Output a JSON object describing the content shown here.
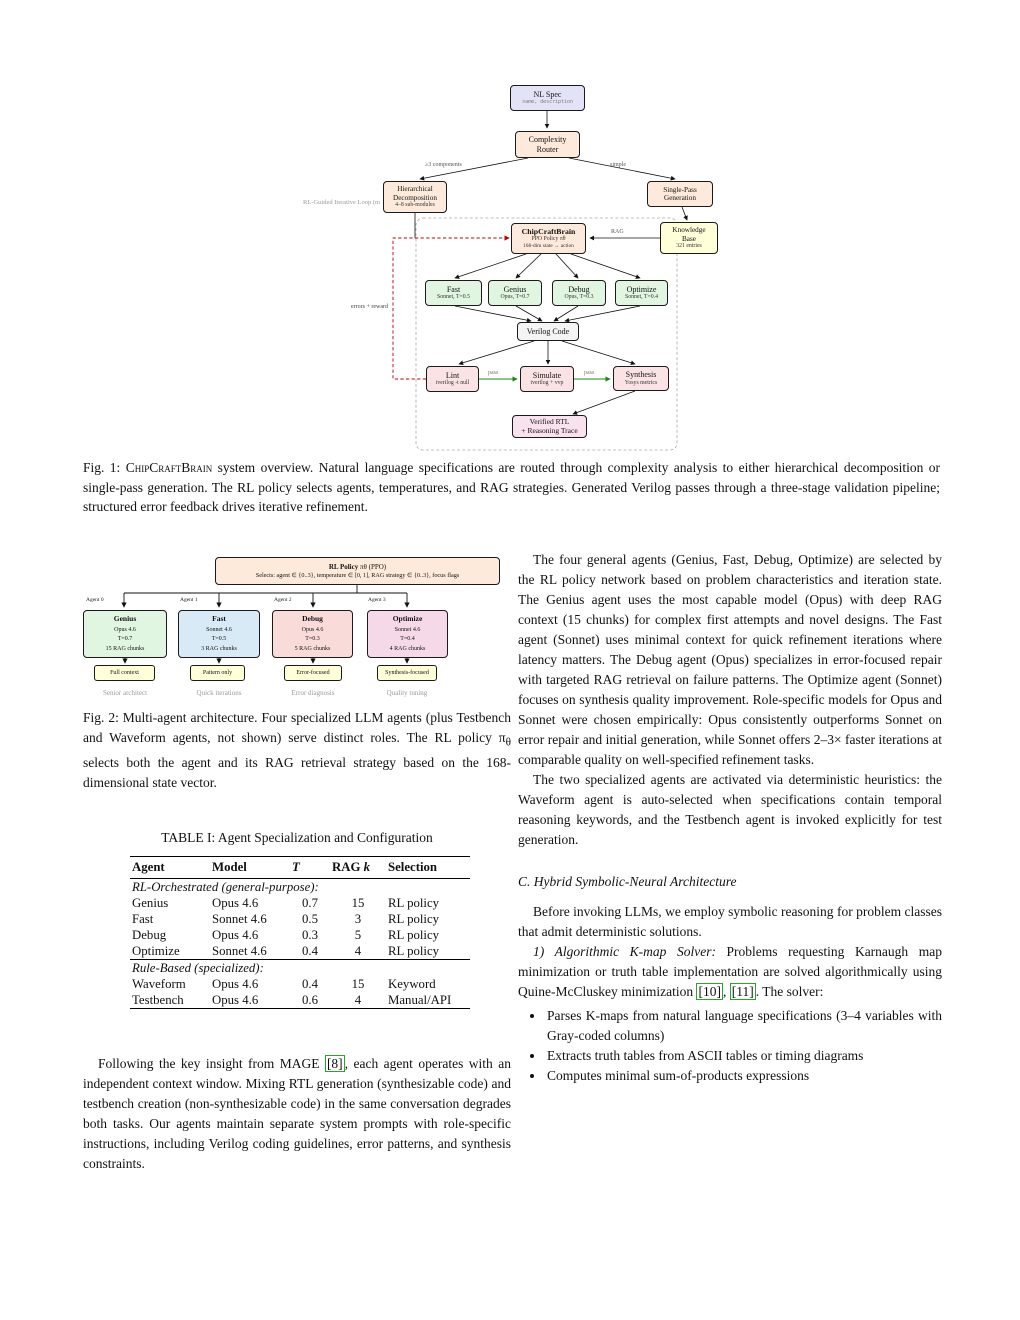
{
  "colors": {
    "node_peach": "#fdeada",
    "node_lavender": "#e3e3f7",
    "node_yellow": "#ffffd8",
    "node_green": "#e1f6e1",
    "node_blue": "#d9eaf7",
    "node_red": "#f9dcda",
    "node_purple": "#f5d9e8",
    "node_pipeline_pink": "#fbe3e5",
    "node_verified_pink": "#f9e1ee",
    "pass_arrow_green": "#1a8a1a",
    "feedback_red": "#bb0000",
    "citation_green": "#2aa42a"
  },
  "fig1": {
    "loop_label": "RL-Guided Iterative Loop (m",
    "nl_spec": {
      "title": "NL Spec",
      "sub": "name, description"
    },
    "router": {
      "main": "Complexity\nRouter"
    },
    "hier": {
      "main": "Hierarchical\nDecomposition",
      "sub": "4–8 sub-modules"
    },
    "single": {
      "main": "Single-Pass\nGeneration"
    },
    "brain": {
      "title": "ChipCraftBrain",
      "sub1": "PPO Policy πθ",
      "sub2": "168-dim state → action"
    },
    "kb": {
      "main": "Knowledge\nBase",
      "sub": "321 entries"
    },
    "fast": {
      "title": "Fast",
      "sub": "Sonnet, T=0.5"
    },
    "genius": {
      "title": "Genius",
      "sub": "Opus, T=0.7"
    },
    "debug": {
      "title": "Debug",
      "sub": "Opus, T=0.3"
    },
    "optimize": {
      "title": "Optimize",
      "sub": "Sonnet, T=0.4"
    },
    "verilog": {
      "title": "Verilog Code"
    },
    "lint": {
      "title": "Lint",
      "sub": "iverilog -t null"
    },
    "simulate": {
      "title": "Simulate",
      "sub": "iverilog + vvp"
    },
    "synthesis": {
      "title": "Synthesis",
      "sub": "Yosys metrics"
    },
    "verified": {
      "main": "Verified RTL\n+ Reasoning Trace"
    },
    "labels": {
      "ge3": "≥3 components",
      "simple": "simple",
      "rag": "RAG",
      "errors": "errors + reward",
      "pass1": "pass",
      "pass2": "pass"
    }
  },
  "fig1_caption": {
    "a": "Fig. 1: ",
    "b": "ChipCraftBrain",
    "c": " system overview. Natural language specifications are routed through complexity analysis to either hierarchical decomposition or single-pass generation. The RL policy selects agents, temperatures, and RAG strategies. Generated Verilog passes through a three-stage validation pipeline; structured error feedback drives iterative refinement."
  },
  "fig2": {
    "policy": {
      "title_bold": "RL Policy",
      "title_rest": " πθ (PPO)",
      "line2": "Selects: agent ∈ {0..3}, temperature ∈ [0, 1], RAG strategy ∈ {0..3}, focus flags"
    },
    "agents": [
      {
        "tag": "Agent 0",
        "name": "Genius",
        "model": "Opus 4.6",
        "temp": "T=0.7",
        "chunks": "15 RAG chunks",
        "context": "Full context",
        "role": "Senior architect"
      },
      {
        "tag": "Agent 1",
        "name": "Fast",
        "model": "Sonnet 4.6",
        "temp": "T=0.5",
        "chunks": "3 RAG chunks",
        "context": "Pattern only",
        "role": "Quick iterations"
      },
      {
        "tag": "Agent 2",
        "name": "Debug",
        "model": "Opus 4.6",
        "temp": "T=0.3",
        "chunks": "5 RAG chunks",
        "context": "Error-focused",
        "role": "Error diagnosis"
      },
      {
        "tag": "Agent 3",
        "name": "Optimize",
        "model": "Sonnet 4.6",
        "temp": "T=0.4",
        "chunks": "4 RAG chunks",
        "context": "Synthesis-focused",
        "role": "Quality tuning"
      }
    ]
  },
  "fig2_caption": {
    "a": "Fig. 2: Multi-agent architecture. Four specialized LLM agents (plus Testbench and Waveform agents, not shown) serve distinct roles. The RL policy π",
    "theta": "θ",
    "b": " selects both the agent and its RAG retrieval strategy based on the 168-dimensional state vector."
  },
  "table1": {
    "title": "TABLE I: Agent Specialization and Configuration",
    "headers": {
      "agent": "Agent",
      "model": "Model",
      "t": "T",
      "rag": "RAG ",
      "k": "k",
      "selection": "Selection"
    },
    "group1_label": "RL-Orchestrated (general-purpose):",
    "group2_label": "Rule-Based (specialized):",
    "rows": [
      [
        "Genius",
        "Opus 4.6",
        "0.7",
        "15",
        "RL policy"
      ],
      [
        "Fast",
        "Sonnet 4.6",
        "0.5",
        "3",
        "RL policy"
      ],
      [
        "Debug",
        "Opus 4.6",
        "0.3",
        "5",
        "RL policy"
      ],
      [
        "Optimize",
        "Sonnet 4.6",
        "0.4",
        "4",
        "RL policy"
      ],
      [
        "Waveform",
        "Opus 4.6",
        "0.4",
        "15",
        "Keyword"
      ],
      [
        "Testbench",
        "Opus 4.6",
        "0.6",
        "4",
        "Manual/API"
      ]
    ]
  },
  "left_col": {
    "mage_para": {
      "a": "Following the key insight from MAGE ",
      "cite": "[8]",
      "b": ", each agent operates with an independent context window. Mixing RTL generation (synthesizable code) and testbench creation (non-synthesizable code) in the same conversation degrades both tasks. Our agents maintain separate system prompts with role-specific instructions, including Verilog coding guidelines, error patterns, and synthesis constraints."
    }
  },
  "right_col": {
    "p1": "The four general agents (Genius, Fast, Debug, Optimize) are selected by the RL policy network based on problem characteristics and iteration state. The Genius agent uses the most capable model (Opus) with deep RAG context (15 chunks) for complex first attempts and novel designs. The Fast agent (Sonnet) uses minimal context for quick refinement iterations where latency matters. The Debug agent (Opus) specializes in error-focused repair with targeted RAG retrieval on failure patterns. The Optimize agent (Sonnet) focuses on synthesis quality improvement. Role-specific models for Opus and Sonnet were chosen empirically: Opus consistently outperforms Sonnet on error repair and initial generation, while Sonnet offers 2–3× faster iterations at comparable quality on well-specified refinement tasks.",
    "p2": "The two specialized agents are activated via deterministic heuristics: the Waveform agent is auto-selected when specifications contain temporal reasoning keywords, and the Testbench agent is invoked explicitly for test generation.",
    "heading_c": "C. Hybrid Symbolic-Neural Architecture",
    "p3": "Before invoking LLMs, we employ symbolic reasoning for problem classes that admit deterministic solutions.",
    "kmap": {
      "lead": "1) Algorithmic K-map Solver:",
      "a": " Problems requesting Karnaugh map minimization or truth table implementation are solved algorithmically using Quine-McCluskey minimization ",
      "cite1": "[10]",
      "b": ", ",
      "cite2": "[11]",
      "c": ". The solver:"
    },
    "bullets": [
      "Parses K-maps from natural language specifications (3–4 variables with Gray-coded columns)",
      "Extracts truth tables from ASCII tables or timing diagrams",
      "Computes minimal sum-of-products expressions"
    ]
  }
}
